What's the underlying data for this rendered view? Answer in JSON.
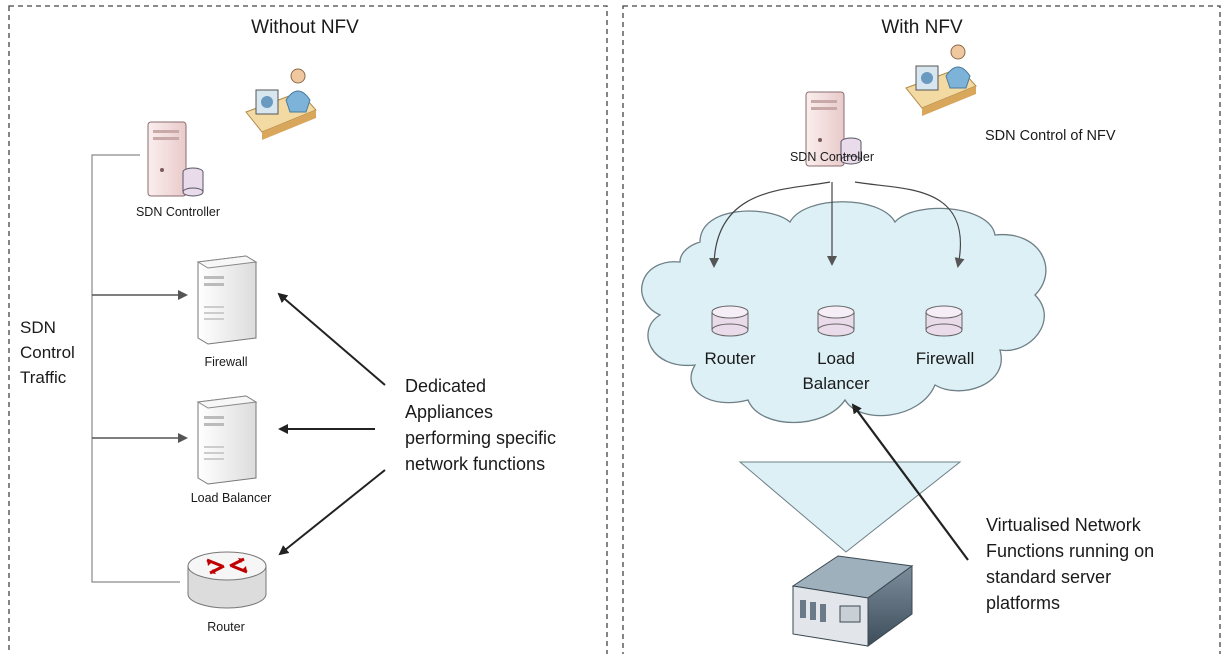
{
  "left_panel": {
    "title": "Without NFV",
    "controller_label": "SDN Controller",
    "firewall_label": "Firewall",
    "load_balancer_label": "Load Balancer",
    "router_label": "Router",
    "control_traffic_lines": [
      "SDN",
      "Control",
      "Traffic"
    ],
    "appliances_lines": [
      "Dedicated",
      "Appliances",
      "performing specific",
      "network functions"
    ]
  },
  "right_panel": {
    "title": "With NFV",
    "controller_label": "SDN Controller",
    "control_caption": "SDN Control of NFV",
    "vnf_router_label": "Router",
    "vnf_lb_lines": [
      "Load",
      "Balancer"
    ],
    "vnf_firewall_label": "Firewall",
    "virtualised_lines": [
      "Virtualised Network",
      "Functions running on",
      "standard server",
      "platforms"
    ]
  },
  "colors": {
    "cloud_fill": "#dcf0f6",
    "cloud_stroke": "#6e7f86",
    "server_pink": "#f4dcdc",
    "server_white": "#f4f4f4",
    "db_fill": "#eadbea",
    "router_red": "#c00000",
    "arrow": "#222222",
    "connector": "#8a8a8a"
  }
}
